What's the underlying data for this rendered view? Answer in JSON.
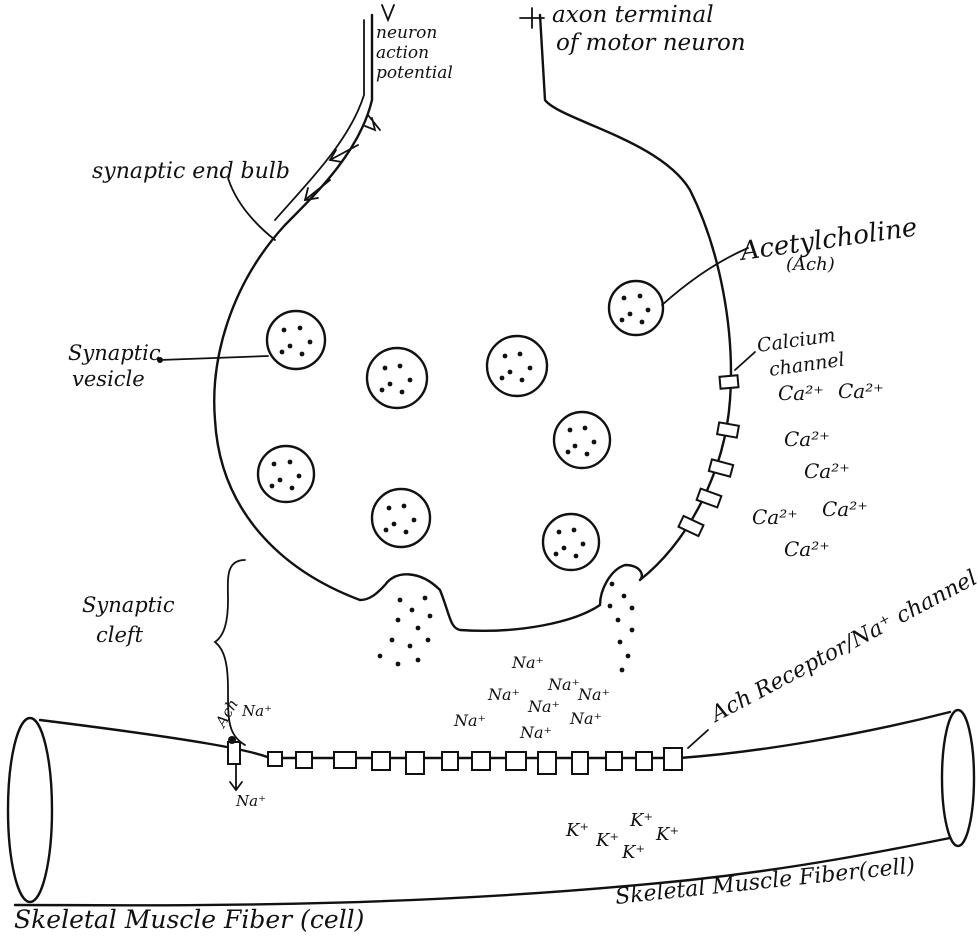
{
  "labels": {
    "arrow_in_title": "neuron action potential",
    "arrow_in_l1": "neuron",
    "arrow_in_l2": "action",
    "arrow_in_l3": "potential",
    "axon_l1": "axon terminal",
    "axon_l2": "of motor neuron",
    "end_bulb": "synaptic end bulb",
    "ach_l1": "Acetylcholine",
    "ach_l2": "(Ach)",
    "vesicle_l1": "Synaptic",
    "vesicle_l2": "vesicle",
    "calcium_l1": "Calcium",
    "calcium_l2": "channel",
    "cleft_l1": "Synaptic",
    "cleft_l2": "cleft",
    "receptor": "Ach Receptor/Na⁺ channel",
    "ach_small": "Ach",
    "fiber_left": "Skeletal Muscle Fiber (cell)",
    "fiber_right": "Skeletal Muscle Fiber(cell)"
  },
  "ions": {
    "ca": [
      "Ca²⁺",
      "Ca²⁺",
      "Ca²⁺",
      "Ca²⁺",
      "Ca²⁺",
      "Ca²⁺",
      "Ca²⁺"
    ],
    "na": [
      "Na⁺",
      "Na⁺",
      "Na⁺",
      "Na⁺",
      "Na⁺",
      "Na⁺",
      "Na⁺",
      "Na⁺"
    ],
    "na_small": [
      "Na⁺",
      "Na⁺"
    ],
    "k": [
      "K⁺",
      "K⁺",
      "K⁺",
      "K⁺",
      "K⁺"
    ]
  }
}
